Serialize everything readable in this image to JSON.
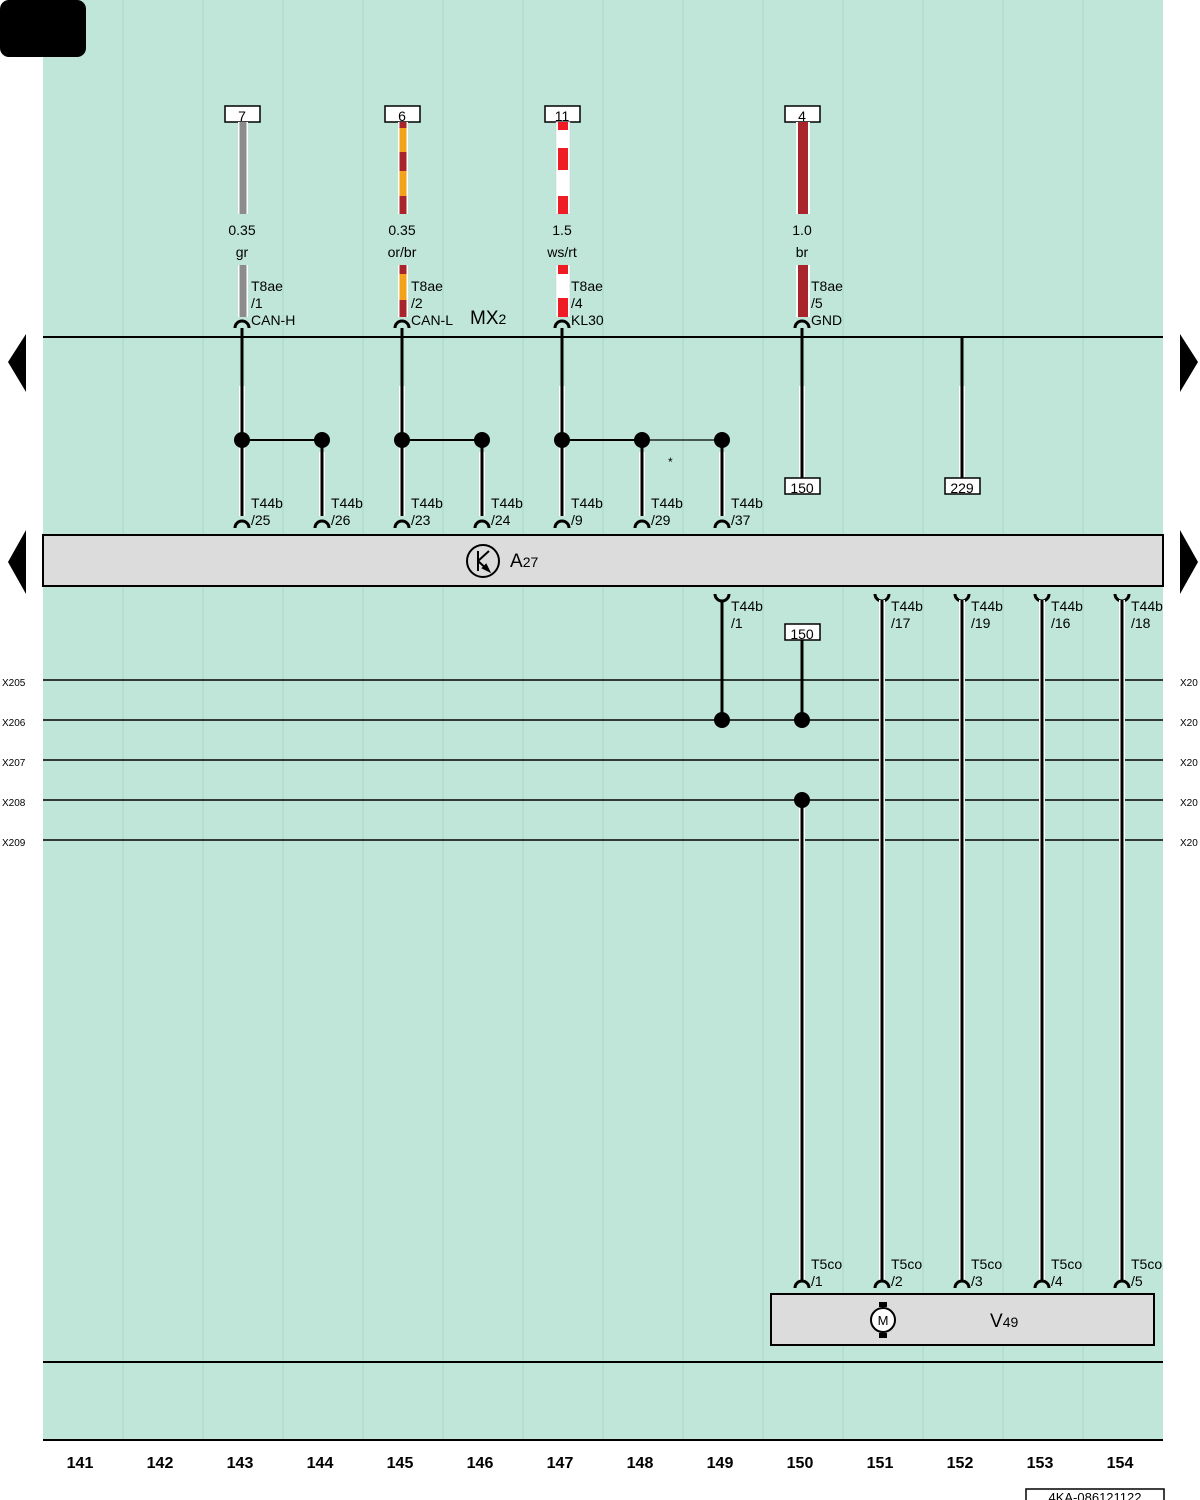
{
  "colors": {
    "background": "#bfe6d8",
    "component_fill": "#dcdcdc",
    "line": "#000000"
  },
  "wires": [
    {
      "id": "w143",
      "ref": "7",
      "size": "0.35",
      "color_code": "gr",
      "connector": "T8ae",
      "pin": "/1",
      "signal": "CAN-H",
      "stripes": [
        "#8c8c8c"
      ]
    },
    {
      "id": "w145",
      "ref": "6",
      "size": "0.35",
      "color_code": "or/br",
      "connector": "T8ae",
      "pin": "/2",
      "signal": "CAN-L",
      "stripes": [
        "#f3a21b",
        "#a8252b"
      ]
    },
    {
      "id": "w147",
      "ref": "11",
      "size": "1.5",
      "color_code": "ws/rt",
      "connector": "T8ae",
      "pin": "/4",
      "signal": "KL30",
      "stripes": [
        "#ffffff",
        "#ee1c24"
      ]
    },
    {
      "id": "w150",
      "ref": "4",
      "size": "1.0",
      "color_code": "br",
      "connector": "T8ae",
      "pin": "/5",
      "signal": "GND",
      "stripes": [
        "#a8252b"
      ]
    }
  ],
  "harness_label": {
    "main": "MX",
    "sub": "2"
  },
  "upper_pins": [
    {
      "connector": "T44b",
      "pin": "/25"
    },
    {
      "connector": "T44b",
      "pin": "/26"
    },
    {
      "connector": "T44b",
      "pin": "/23"
    },
    {
      "connector": "T44b",
      "pin": "/24"
    },
    {
      "connector": "T44b",
      "pin": "/9"
    },
    {
      "connector": "T44b",
      "pin": "/29"
    },
    {
      "connector": "T44b",
      "pin": "/37"
    }
  ],
  "asterisk": "*",
  "ref_boxes": {
    "ref150_upper": "150",
    "ref229": "229",
    "ref150_lower": "150"
  },
  "component_a27": {
    "main": "A",
    "sub": "27"
  },
  "lower_pins": [
    {
      "connector": "T44b",
      "pin": "/1"
    },
    {
      "connector": "T44b",
      "pin": "/17"
    },
    {
      "connector": "T44b",
      "pin": "/19"
    },
    {
      "connector": "T44b",
      "pin": "/16"
    },
    {
      "connector": "T44b",
      "pin": "/18"
    }
  ],
  "bus_lines": {
    "left": [
      "X205",
      "X206",
      "X207",
      "X208",
      "X209"
    ],
    "right": [
      "X20",
      "X20",
      "X20",
      "X20",
      "X20"
    ]
  },
  "v49_pins": [
    {
      "connector": "T5co",
      "pin": "/1"
    },
    {
      "connector": "T5co",
      "pin": "/2"
    },
    {
      "connector": "T5co",
      "pin": "/3"
    },
    {
      "connector": "T5co",
      "pin": "/4"
    },
    {
      "connector": "T5co",
      "pin": "/5"
    }
  ],
  "component_v49": {
    "main": "V",
    "sub": "49",
    "motor_symbol": "M"
  },
  "columns": [
    "141",
    "142",
    "143",
    "144",
    "145",
    "146",
    "147",
    "148",
    "149",
    "150",
    "151",
    "152",
    "153",
    "154"
  ],
  "document_id": "4KA-086121122"
}
